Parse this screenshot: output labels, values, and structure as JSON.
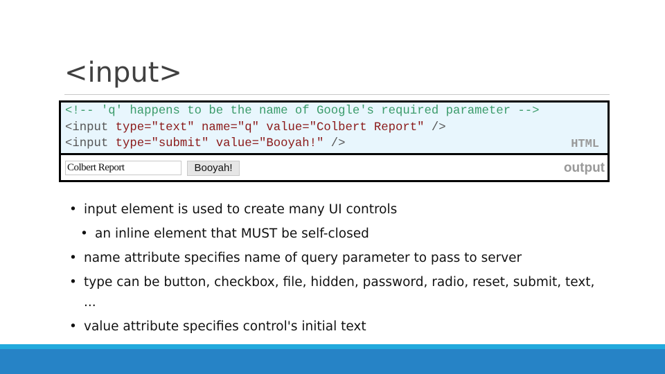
{
  "title": "<input>",
  "code": {
    "comment": "<!-- 'q' happens to be the name of Google's required parameter -->",
    "line2_tag": "<input ",
    "line2_attrs": "type=\"text\" name=\"q\" value=\"Colbert Report\"",
    "line2_end": " />",
    "line3_tag": "<input ",
    "line3_attrs": "type=\"submit\" value=\"Booyah!\"",
    "line3_end": " />",
    "lang_label": "HTML"
  },
  "output": {
    "text_value": "Colbert Report",
    "button_label": "Booyah!",
    "label": "output"
  },
  "bullets": [
    "input element is used to create many UI controls",
    "an inline element that MUST be self-closed",
    "name attribute specifies name of query parameter to pass to server",
    "type can be button, checkbox, file, hidden, password, radio, reset, submit, text, ...",
    "value attribute specifies control's initial text"
  ],
  "colors": {
    "accent": "#2683c6",
    "accent_light": "#22aadd",
    "code_bg": "#e8f6fd"
  }
}
